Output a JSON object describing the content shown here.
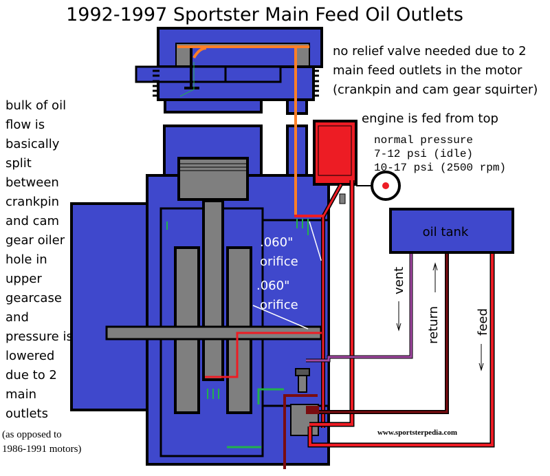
{
  "title": "1992-1997 Sportster Main Feed Oil Outlets",
  "notes": {
    "relief": [
      "no relief valve needed due to 2",
      "main feed outlets in the motor",
      "(crankpin and cam gear squirter)"
    ],
    "fed_from_top": "engine is fed from top",
    "pressure": [
      "normal pressure",
      "7-12 psi (idle)",
      "10-17 psi (2500 rpm)"
    ],
    "bulk": [
      "bulk of oil",
      "flow is",
      "basically",
      "split",
      "between",
      "crankpin",
      "and cam",
      "gear oiler",
      "hole in",
      "upper",
      "gearcase",
      "and",
      "pressure is",
      "lowered",
      "due to 2",
      "main",
      "outlets"
    ],
    "opposed": [
      "(as opposed to",
      "1986-1991 motors)"
    ]
  },
  "labels": {
    "oil_tank": "oil tank",
    "orifice1_size": ".060\"",
    "orifice1": "orifice",
    "orifice2_size": ".060\"",
    "orifice2": "orifice",
    "vent": "vent",
    "return": "return",
    "feed": "feed",
    "website": "www.sportsterpedia.com"
  },
  "colors": {
    "engine_blue": "#3f48cc",
    "feed_red": "#ed1c24",
    "return_darkred": "#7a0c10",
    "vent_purple": "#a349a4",
    "top_orange": "#ff7f27",
    "oil_green": "#22b14c",
    "part_gray": "#7f7f7f"
  }
}
